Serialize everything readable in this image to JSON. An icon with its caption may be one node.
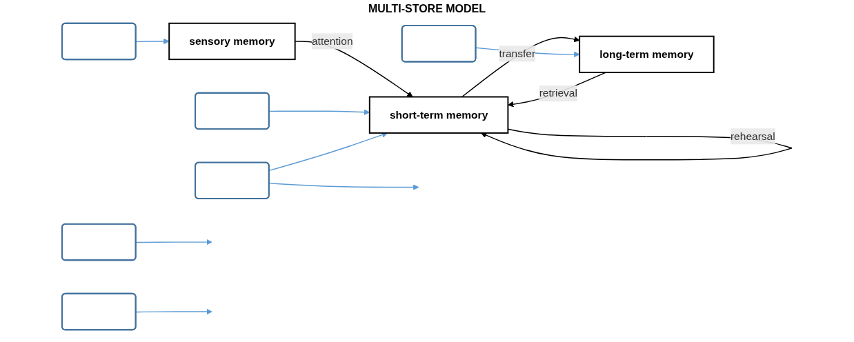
{
  "diagram": {
    "title": "MULTI-STORE MODEL",
    "nodes": [
      {
        "text": [
          "sensory memory"
        ]
      },
      {
        "text": [
          "short-term memory"
        ]
      },
      {
        "text": [
          "long-term memory"
        ]
      },
      {
        "text": [],
        "shape": "box"
      },
      {
        "text": [],
        "shape": "box"
      },
      {
        "text": [],
        "shape": "box"
      },
      {
        "text": [],
        "shape": "box"
      },
      {
        "text": [],
        "shape": "box"
      },
      {
        "text": [],
        "shape": "box"
      }
    ],
    "edges": [
      {
        "from": 0,
        "to": 1,
        "arrow": "to",
        "label": "attention",
        "color": "#000000"
      },
      {
        "from": 1,
        "to": 2,
        "arrow": "to",
        "label": "transfer",
        "color": "#000000"
      },
      {
        "from": 2,
        "to": 1,
        "arrow": "to",
        "label": "retrieval",
        "color": "#000000"
      },
      {
        "from": 1,
        "to": 1,
        "arrow": "to",
        "label": "rehearsal",
        "color": "#000000"
      },
      {
        "from": 3,
        "to": 1,
        "arrow": "to",
        "color": "#5b9bd5"
      },
      {
        "from": 4,
        "to": null,
        "arrow": "to",
        "color": "#5b9bd5"
      },
      {
        "from": 5,
        "to": 2,
        "arrow": "to",
        "color": "#5b9bd5"
      },
      {
        "from": 6,
        "to": 0,
        "arrow": "to",
        "color": "#5b9bd5"
      },
      {
        "from": 7,
        "to": 1,
        "arrow": "to",
        "color": "#5b9bd5"
      },
      {
        "from": 7,
        "to": null,
        "arrow": "to",
        "color": "#5b9bd5"
      },
      {
        "from": 8,
        "to": null,
        "arrow": "to",
        "color": "#5b9bd5"
      }
    ]
  }
}
